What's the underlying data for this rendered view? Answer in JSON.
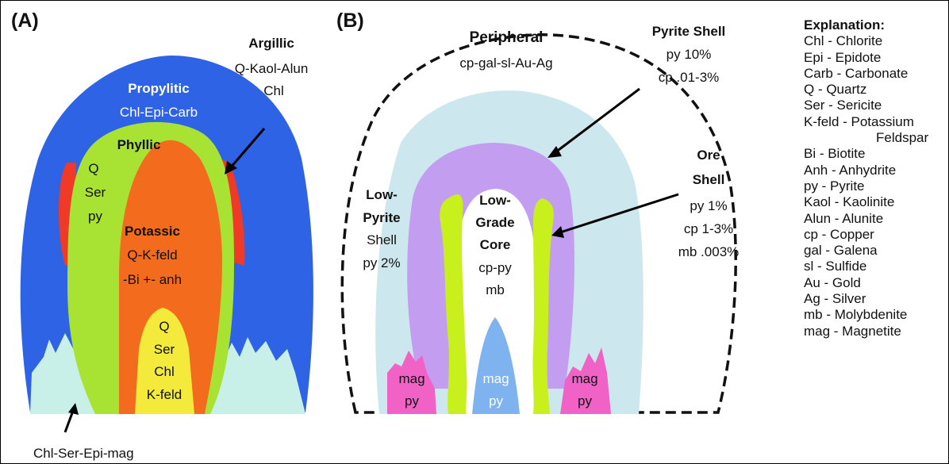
{
  "panel_a": {
    "label": "(A)",
    "argillic": {
      "title": "Argillic",
      "line1": "Q-Kaol-Alun",
      "line2": "Chl"
    },
    "propylitic": {
      "title": "Propylitic",
      "line1": "Chl-Epi-Carb"
    },
    "phyllic": {
      "title": "Phyllic",
      "lines": [
        "Q",
        "Ser",
        "py"
      ]
    },
    "potassic": {
      "title": "Potassic",
      "line1": "Q-K-feld",
      "line2": "-Bi +- anh"
    },
    "core": {
      "lines": [
        "Q",
        "Ser",
        "Chl",
        "K-feld"
      ]
    },
    "bottom": "Chl-Ser-Epi-mag"
  },
  "panel_b": {
    "label": "(B)",
    "peripheral": {
      "title": "Peripheral",
      "line1": "cp-gal-sl-Au-Ag"
    },
    "pyrite_shell": {
      "title": "Pyrite Shell",
      "line1": "py 10%",
      "line2": "cp .01-3%"
    },
    "low_pyrite": {
      "lines": [
        "Low-",
        "Pyrite",
        "Shell"
      ],
      "line4": "py 2%"
    },
    "low_grade": {
      "lines": [
        "Low-",
        "Grade",
        "Core"
      ],
      "line4": "cp-py",
      "line5": "mb"
    },
    "ore_shell": {
      "lines": [
        "Ore",
        "Shell"
      ],
      "line3": "py 1%",
      "line4": "cp 1-3%",
      "line5": "mb .003%"
    },
    "mag_left": [
      "mag",
      "py"
    ],
    "mag_center": [
      "mag",
      "py"
    ],
    "mag_right": [
      "mag",
      "py"
    ]
  },
  "legend": {
    "title": "Explanation:",
    "items": [
      "Chl - Chlorite",
      "Epi - Epidote",
      "Carb - Carbonate",
      "Q - Quartz",
      "Ser - Sericite",
      "K-feld - Potassium",
      "Feldspar",
      "Bi - Biotite",
      "Anh - Anhydrite",
      "py - Pyrite",
      "Kaol - Kaolinite",
      "Alun - Alunite",
      "cp - Copper",
      "gal - Galena",
      "sl - Sulfide",
      "Au - Gold",
      "Ag - Silver",
      "mb - Molybdenite",
      "mag - Magnetite"
    ]
  },
  "colors": {
    "propylitic": "#2f63e6",
    "phyllic": "#a8e233",
    "potassic": "#f36b1c",
    "argillic": "#ee3a26",
    "core": "#f3ea3c",
    "chl_ser_epi_mag": "#c9f0e8",
    "peripheral": "#cde7ee",
    "pyrite_shell": "#c39ef0",
    "ore_shell": "#c8f01c",
    "magnetite": "#f062c6",
    "mag_center": "#7fb3f0"
  }
}
